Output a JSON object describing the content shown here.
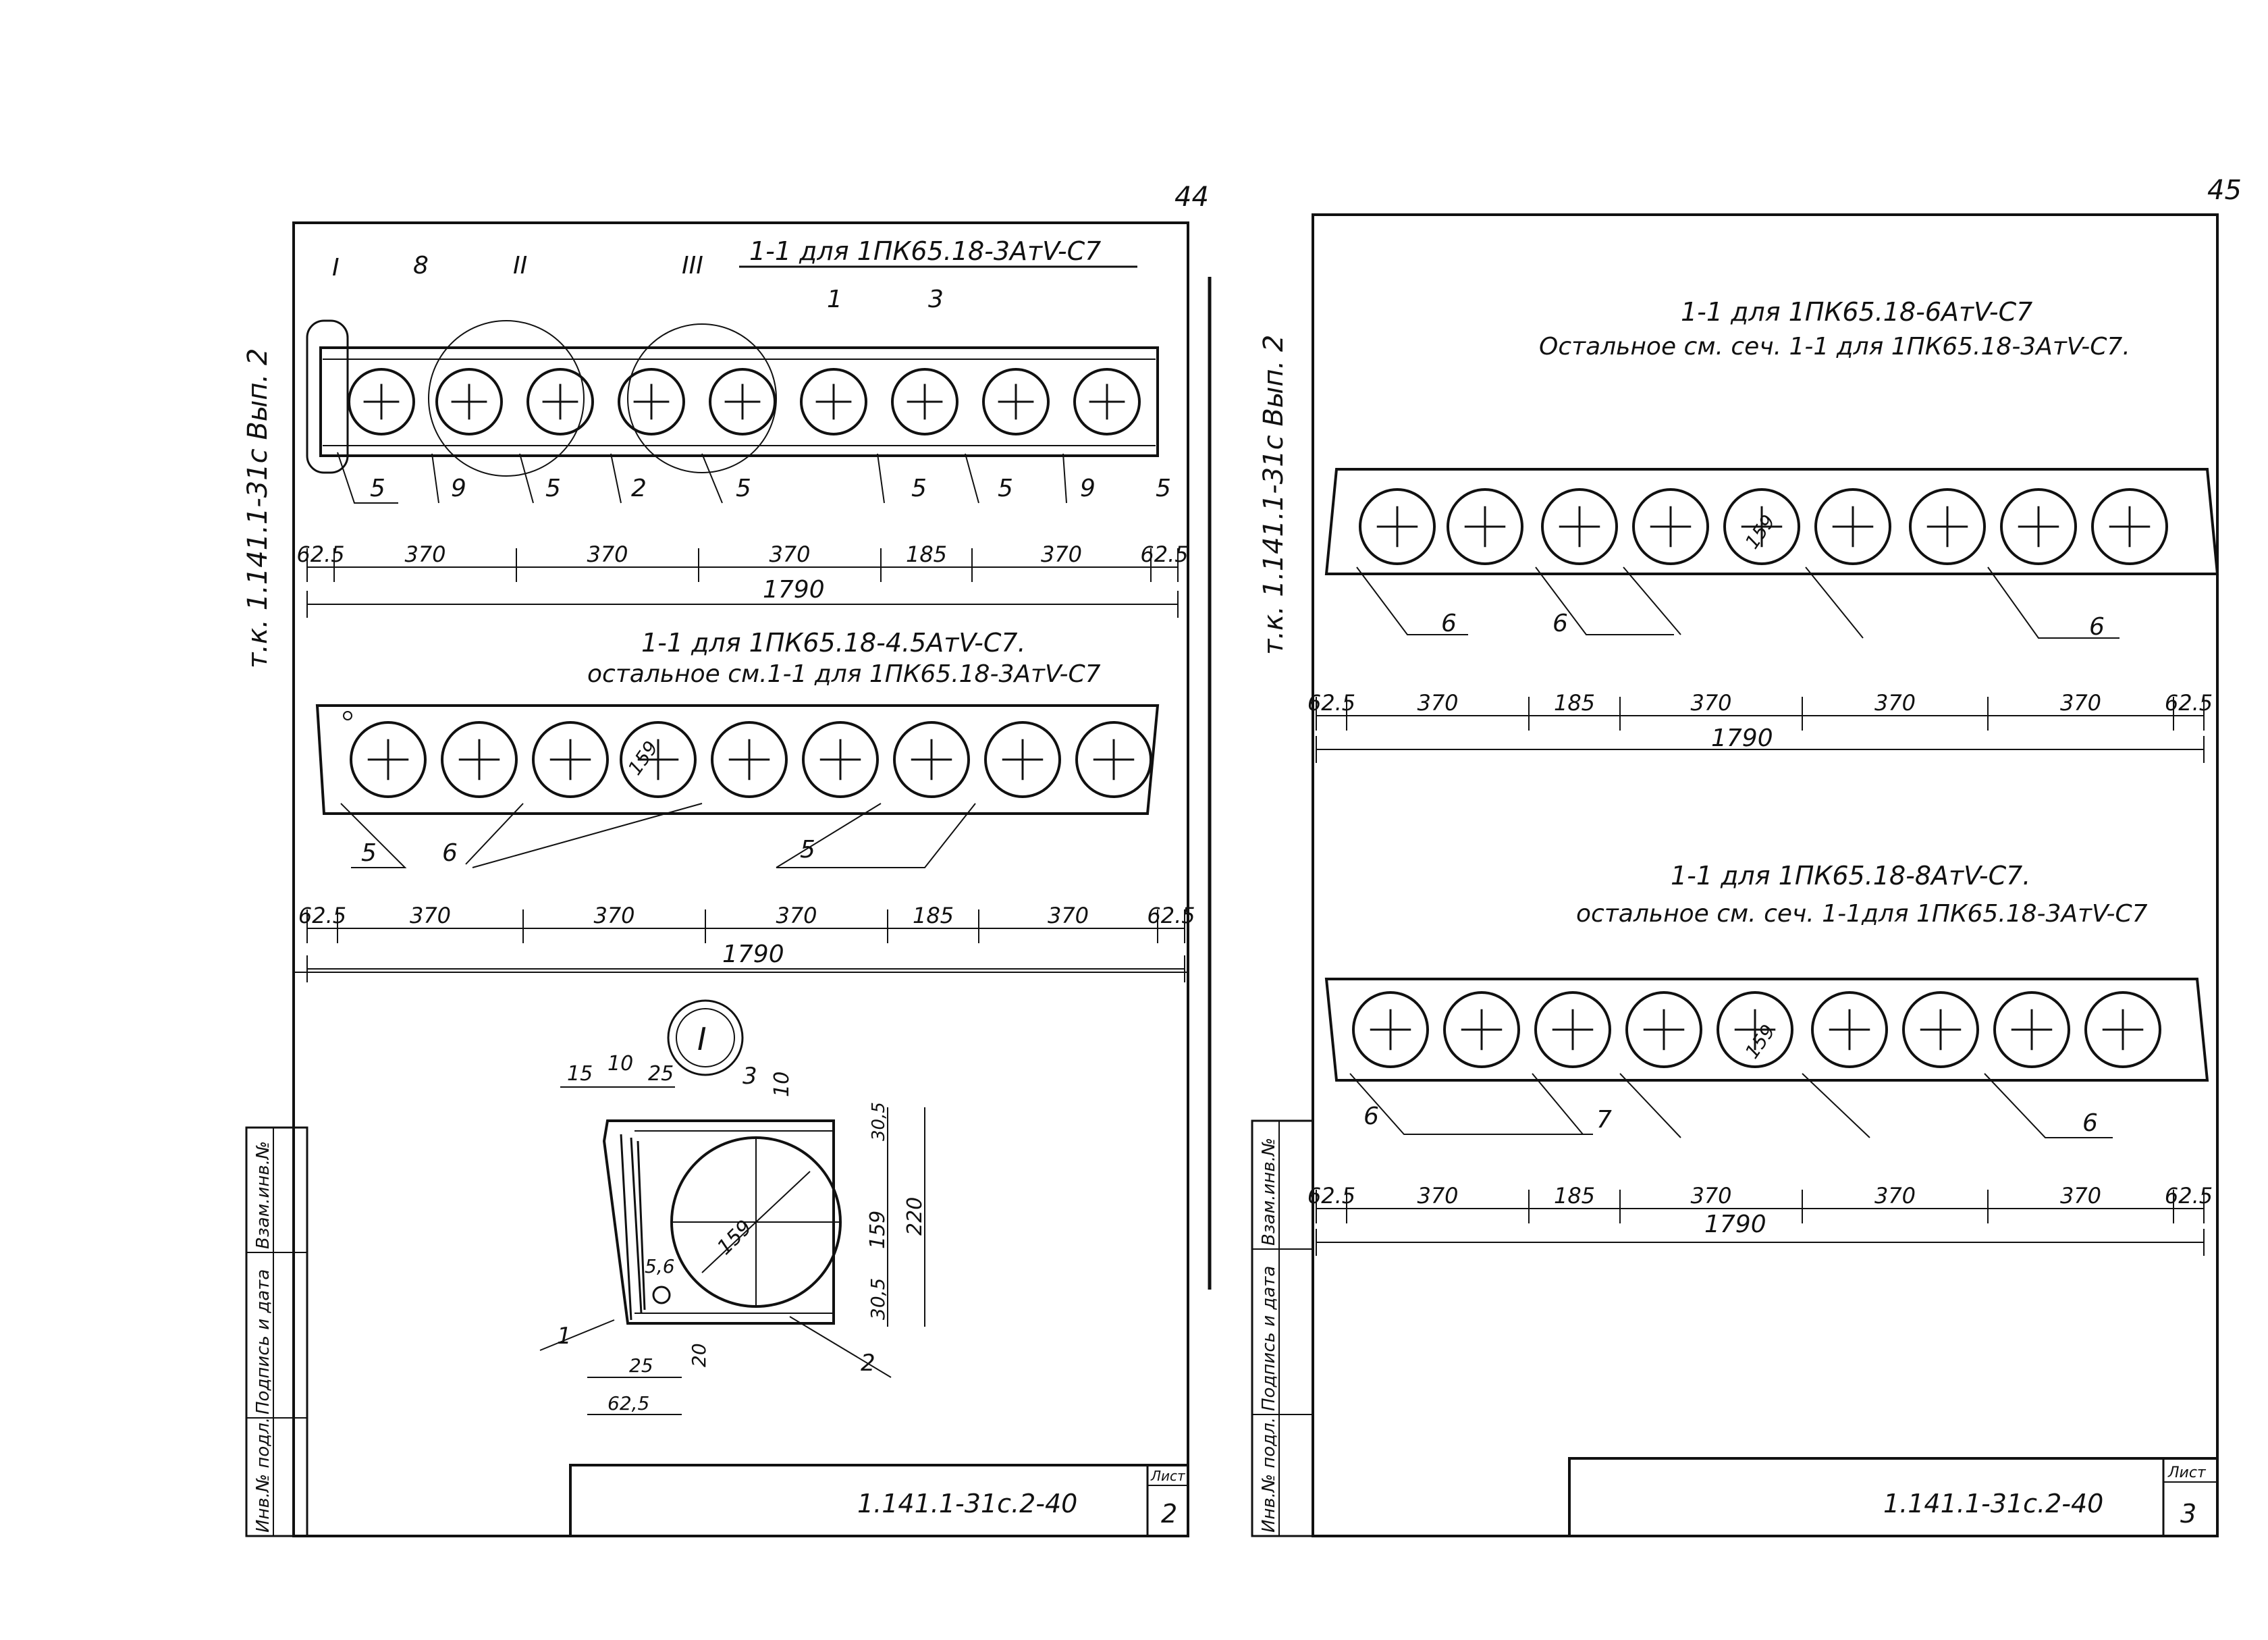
{
  "page_numbers": {
    "left": "44",
    "right": "45"
  },
  "left_sheet": {
    "side_label": "т.к. 1.141.1-31с  Вып. 2",
    "sections": [
      {
        "title": "1-1 для 1ПК65.18-3АтV-С7",
        "subtitle": "",
        "callouts_top": [
          "I",
          "8",
          "II",
          "III",
          "1",
          "3"
        ],
        "callouts_bottom": [
          "5",
          "9",
          "5",
          "2",
          "5",
          "5",
          "5",
          "9",
          "5"
        ],
        "dims": [
          "62.5",
          "370",
          "370",
          "370",
          "185",
          "370",
          "62.5"
        ],
        "total": "1790"
      },
      {
        "title": "1-1 для 1ПК65.18-4.5АтV-С7.",
        "subtitle": "остальное см.1-1 для 1ПК65.18-3АтV-С7",
        "diameter": "159",
        "callouts": [
          "5",
          "6",
          "5"
        ],
        "dims": [
          "62.5",
          "370",
          "370",
          "370",
          "185",
          "370",
          "62.5"
        ],
        "total": "1790"
      }
    ],
    "detail": {
      "marker": "I",
      "dims_top": [
        "15",
        "10",
        "25"
      ],
      "callouts": [
        "3",
        "10",
        "1",
        "2"
      ],
      "diameter": "159",
      "bar_dia": "5,6",
      "dims_right": [
        "30,5",
        "159",
        "30,5"
      ],
      "dim_height": "220",
      "dim_bottom_side": "20",
      "dims_bottom": [
        "25",
        "62,5"
      ]
    },
    "stamp": {
      "code": "1.141.1-31с.2-40",
      "sheet_label": "Лист",
      "sheet_no": "2",
      "side_cells": [
        "Инв.№ подл.",
        "Подпись и дата",
        "Взам.инв.№"
      ]
    }
  },
  "right_sheet": {
    "side_label": "т.к. 1.141.1-31с  Вып. 2",
    "sections": [
      {
        "title": "1-1 для 1ПК65.18-6АтV-С7",
        "subtitle": "Остальное см. сеч. 1-1 для 1ПК65.18-3АтV-С7.",
        "diameter": "159",
        "callouts": [
          "6",
          "6",
          "6"
        ],
        "dims": [
          "62.5",
          "370",
          "185",
          "370",
          "370",
          "370",
          "62.5"
        ],
        "total": "1790"
      },
      {
        "title": "1-1 для 1ПК65.18-8АтV-С7.",
        "subtitle": "остальное см. сеч. 1-1для 1ПК65.18-3АтV-С7",
        "diameter": "159",
        "callouts": [
          "6",
          "7",
          "6"
        ],
        "dims": [
          "62.5",
          "370",
          "185",
          "370",
          "370",
          "370",
          "62.5"
        ],
        "total": "1790"
      }
    ],
    "stamp": {
      "code": "1.141.1-31с.2-40",
      "sheet_label": "Лист",
      "sheet_no": "3",
      "side_cells": [
        "Инв.№ подл.",
        "Подпись и дата",
        "Взам.инв.№"
      ]
    }
  }
}
